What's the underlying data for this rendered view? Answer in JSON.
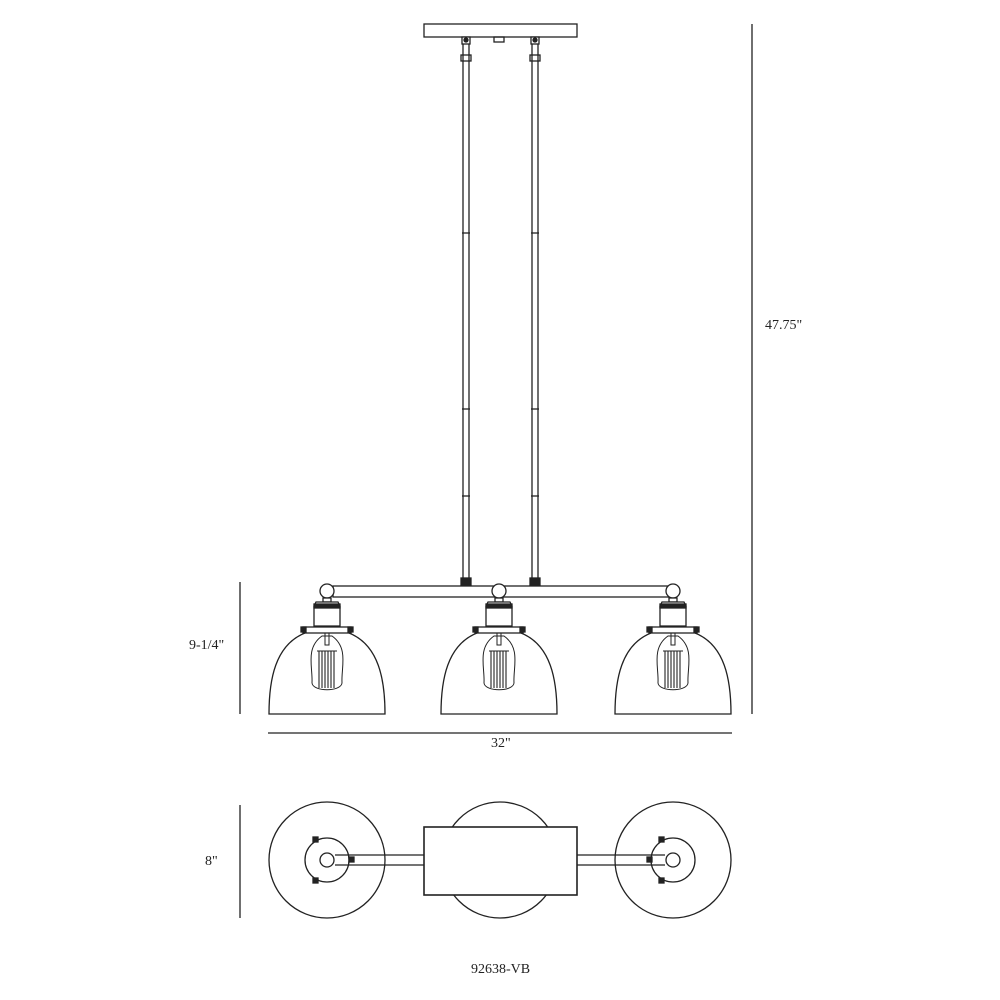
{
  "dimensions": {
    "overall_height": "47.75\"",
    "shade_height": "9-1/4\"",
    "overall_length": "32\"",
    "width": "8\""
  },
  "model_number": "92638-VB",
  "colors": {
    "line": "#222222",
    "background": "#ffffff"
  },
  "views": [
    "front-elevation",
    "top-plan"
  ]
}
